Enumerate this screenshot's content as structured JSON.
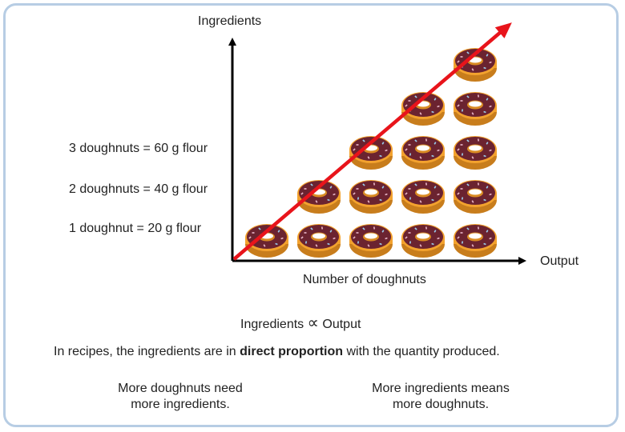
{
  "axes": {
    "y_label": "Ingredients",
    "x_label": "Output",
    "x_title": "Number of doughnuts"
  },
  "equations": {
    "three": "3 doughnuts = 60 g flour",
    "two": "2 doughnuts = 40 g flour",
    "one": "1 doughnut = 20 g flour"
  },
  "doughnut_columns": [
    1,
    2,
    3,
    4,
    5
  ],
  "proportion": {
    "left": "Ingredients",
    "symbol": "∝",
    "right": "Output"
  },
  "statement": {
    "before": "In recipes, the ingredients are in ",
    "bold": "direct proportion",
    "after": " with the quantity produced."
  },
  "captions": {
    "left_line1": "More doughnuts need",
    "left_line2": "more ingredients.",
    "right_line1": "More ingredients means",
    "right_line2": "more doughnuts."
  },
  "colors": {
    "trend_arrow": "#e8141b",
    "axis": "#000000",
    "frosting": "#6b2330",
    "dough": "#f3a22e",
    "border": "#b7cde4"
  }
}
